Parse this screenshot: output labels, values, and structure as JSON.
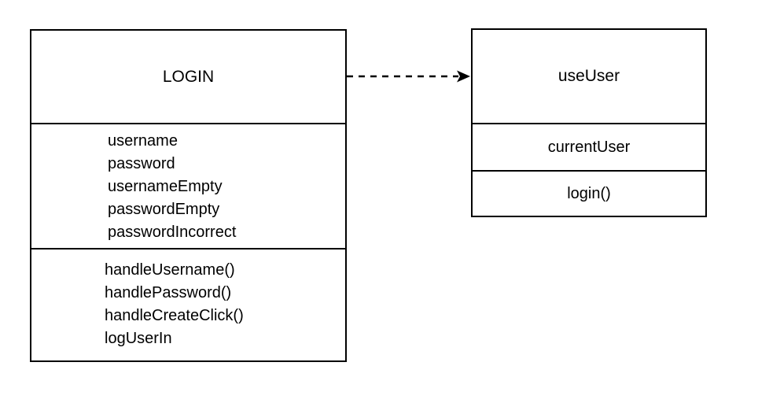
{
  "diagram": {
    "background_color": "#ffffff",
    "stroke_color": "#000000",
    "text_color": "#000000",
    "classes": [
      {
        "title": "LOGIN",
        "attributes": [
          "username",
          "password",
          "usernameEmpty",
          "passwordEmpty",
          "passwordIncorrect"
        ],
        "methods": [
          "handleUsername()",
          "handlePassword()",
          "handleCreateClick()",
          "logUserIn"
        ]
      },
      {
        "title": "useUser",
        "attributes": [
          "currentUser"
        ],
        "methods": [
          "login()"
        ]
      }
    ],
    "connector": {
      "type": "dashed-dependency-arrow",
      "from": "LOGIN",
      "to": "useUser"
    }
  }
}
